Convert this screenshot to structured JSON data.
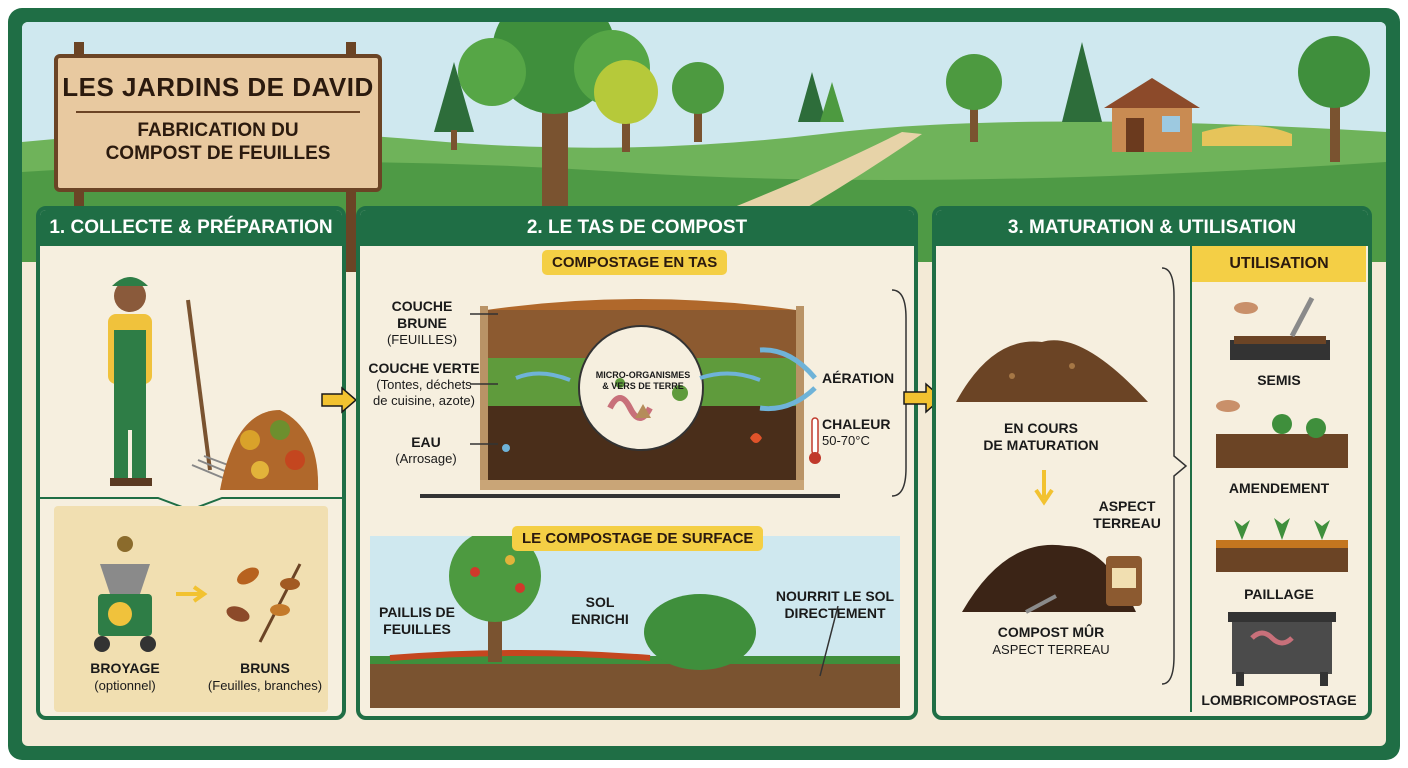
{
  "sign": {
    "title": "LES JARDINS DE DAVID",
    "subtitle_line1": "FABRICATION DU",
    "subtitle_line2": "COMPOST DE FEUILLES"
  },
  "panel1": {
    "title": "1. COLLECTE & PRÉPARATION",
    "broyage": "BROYAGE",
    "broyage_note": "(optionnel)",
    "bruns": "BRUNS",
    "bruns_note": "(Feuilles, branches)"
  },
  "panel2": {
    "title": "2. LE TAS DE COMPOST",
    "tag_heap": "COMPOSTAGE EN TAS",
    "couche_brune": "COUCHE BRUNE",
    "couche_brune_note": "(FEUILLES)",
    "couche_verte": "COUCHE VERTE",
    "couche_verte_note1": "(Tontes, déchets",
    "couche_verte_note2": "de cuisine, azote)",
    "eau": "EAU",
    "eau_note": "(Arrosage)",
    "micro1": "MICRO-ORGANISMES",
    "micro2": "& VERS DE TERRE",
    "aeration": "AÉRATION",
    "chaleur": "CHALEUR",
    "chaleur_note": "50-70°C",
    "tag_surface": "LE COMPOSTAGE DE SURFACE",
    "paillis1": "PAILLIS DE",
    "paillis2": "FEUILLES",
    "sol1": "SOL",
    "sol2": "ENRICHI",
    "nourrit1": "NOURRIT LE SOL",
    "nourrit2": "DIRECTEMENT"
  },
  "panel3": {
    "title": "3. MATURATION & UTILISATION",
    "encours1": "EN COURS",
    "encours2": "DE MATURATION",
    "aspect1": "ASPECT",
    "aspect2": "TERREAU",
    "compost_mur": "COMPOST MÛR",
    "compost_mur_note": "ASPECT TERREAU",
    "util_title": "UTILISATION",
    "semis": "SEMIS",
    "amendement": "AMENDEMENT",
    "paillage": "PAILLAGE",
    "lombri": "LOMBRICOMPOSTAGE"
  },
  "colors": {
    "frame": "#1f6e45",
    "accent": "#f4cf45",
    "arrow": "#f2c230"
  }
}
